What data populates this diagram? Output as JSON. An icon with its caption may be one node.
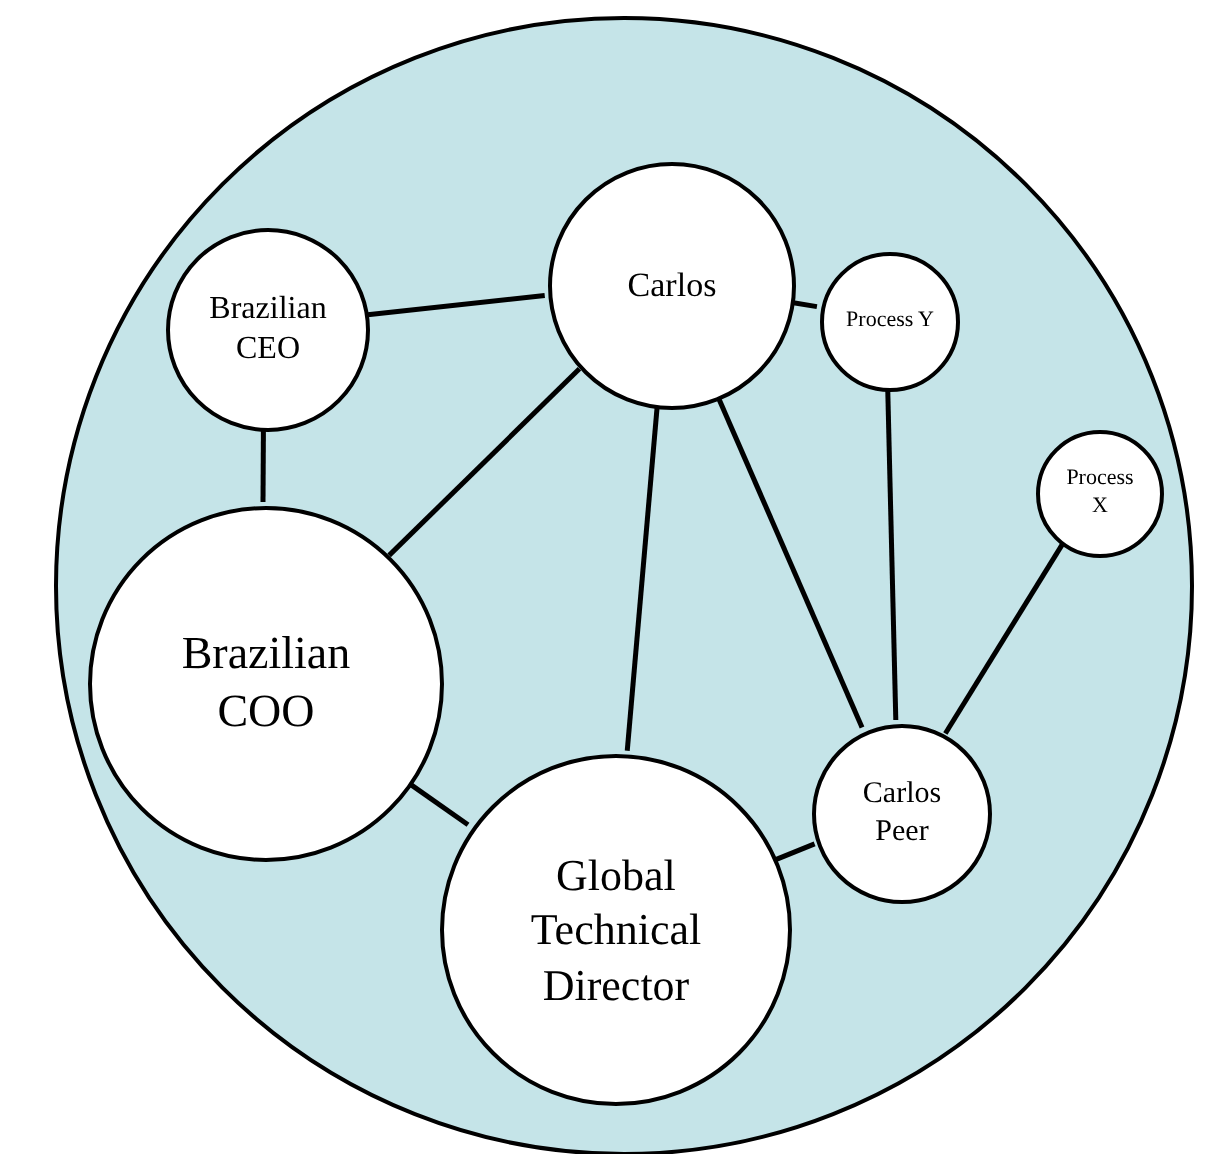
{
  "diagram": {
    "nodes": [
      {
        "text": [],
        "shape": "circle"
      },
      {
        "text": [
          "Brazilian CEO"
        ],
        "in": 0
      },
      {
        "text": [
          "Carlos"
        ],
        "in": 0
      },
      {
        "text": [
          "Process Y"
        ],
        "in": 0
      },
      {
        "text": [
          "Process X"
        ],
        "in": 0
      },
      {
        "text": [
          "Brazilian COO"
        ],
        "in": 0
      },
      {
        "text": [
          "Global Technical Director"
        ],
        "in": 0
      },
      {
        "text": [
          "Carlos Peer"
        ],
        "in": 0
      }
    ],
    "edges": [
      {
        "from": 1,
        "to": 2,
        "arrow": "none"
      },
      {
        "from": 2,
        "to": 3,
        "arrow": "none"
      },
      {
        "from": 1,
        "to": 5,
        "arrow": "none"
      },
      {
        "from": 2,
        "to": 5,
        "arrow": "none"
      },
      {
        "from": 2,
        "to": 6,
        "arrow": "none"
      },
      {
        "from": 2,
        "to": 7,
        "arrow": "none"
      },
      {
        "from": 3,
        "to": 7,
        "arrow": "none"
      },
      {
        "from": 4,
        "to": 7,
        "arrow": "none"
      },
      {
        "from": 5,
        "to": 6,
        "arrow": "none"
      },
      {
        "from": 6,
        "to": 7,
        "arrow": "none"
      }
    ]
  }
}
